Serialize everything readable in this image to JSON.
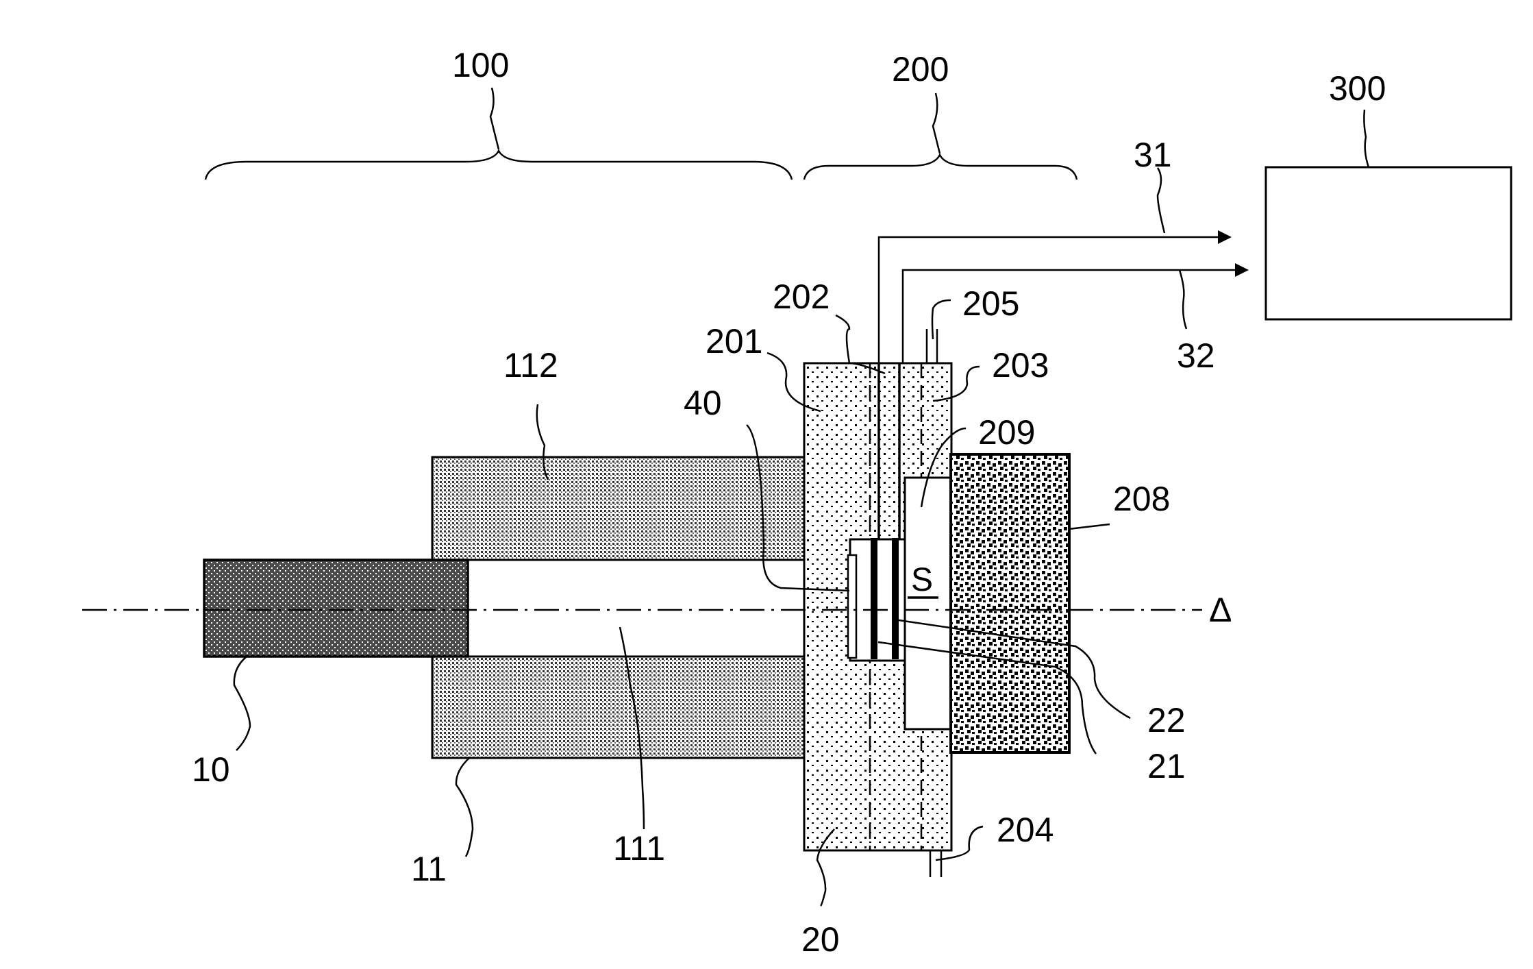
{
  "figure": {
    "type": "patent-drawing",
    "axis_symbol": "Δ",
    "region_label": "S",
    "labels": {
      "l100": "100",
      "l200": "200",
      "l300": "300",
      "l31": "31",
      "l32": "32",
      "l10": "10",
      "l11": "11",
      "l111": "111",
      "l112": "112",
      "l40": "40",
      "l20": "20",
      "l201": "201",
      "l202": "202",
      "l203": "203",
      "l204": "204",
      "l205": "205",
      "l208": "208",
      "l209": "209",
      "l21": "21",
      "l22": "22"
    },
    "colors": {
      "ink": "#000000",
      "paper": "#ffffff",
      "dark_fill": "#5a5a5a",
      "medium_fill": "#c4c4c4",
      "light_fill": "#ececec",
      "coarse_fill": "#8c8c8c"
    }
  }
}
